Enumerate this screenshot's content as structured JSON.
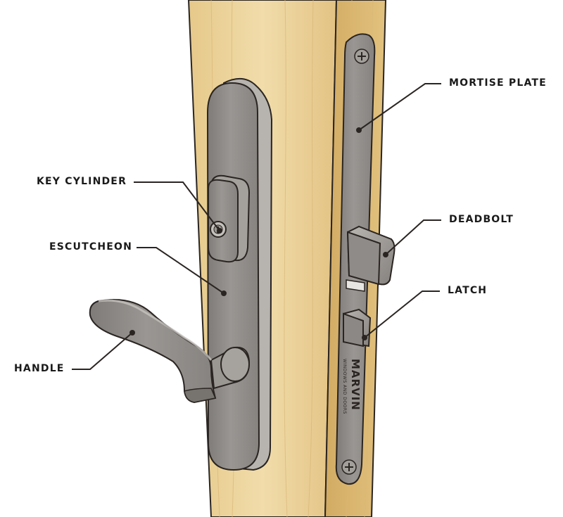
{
  "labels": {
    "mortise_plate": "MORTISE PLATE",
    "key_cylinder": "KEY CYLINDER",
    "deadbolt": "DEADBOLT",
    "escutcheon": "ESCUTCHEON",
    "latch": "LATCH",
    "handle": "HANDLE"
  },
  "plate_brand": {
    "name": "MARVIN",
    "tagline": "WINDOWS AND DOORS"
  },
  "colors": {
    "wood_face": "#ecd39a",
    "wood_edge": "#d9b56c",
    "metal": "#8f8b88",
    "metal_dark": "#6e6a67",
    "outline": "#2a2522",
    "text": "#1a1a1a"
  }
}
